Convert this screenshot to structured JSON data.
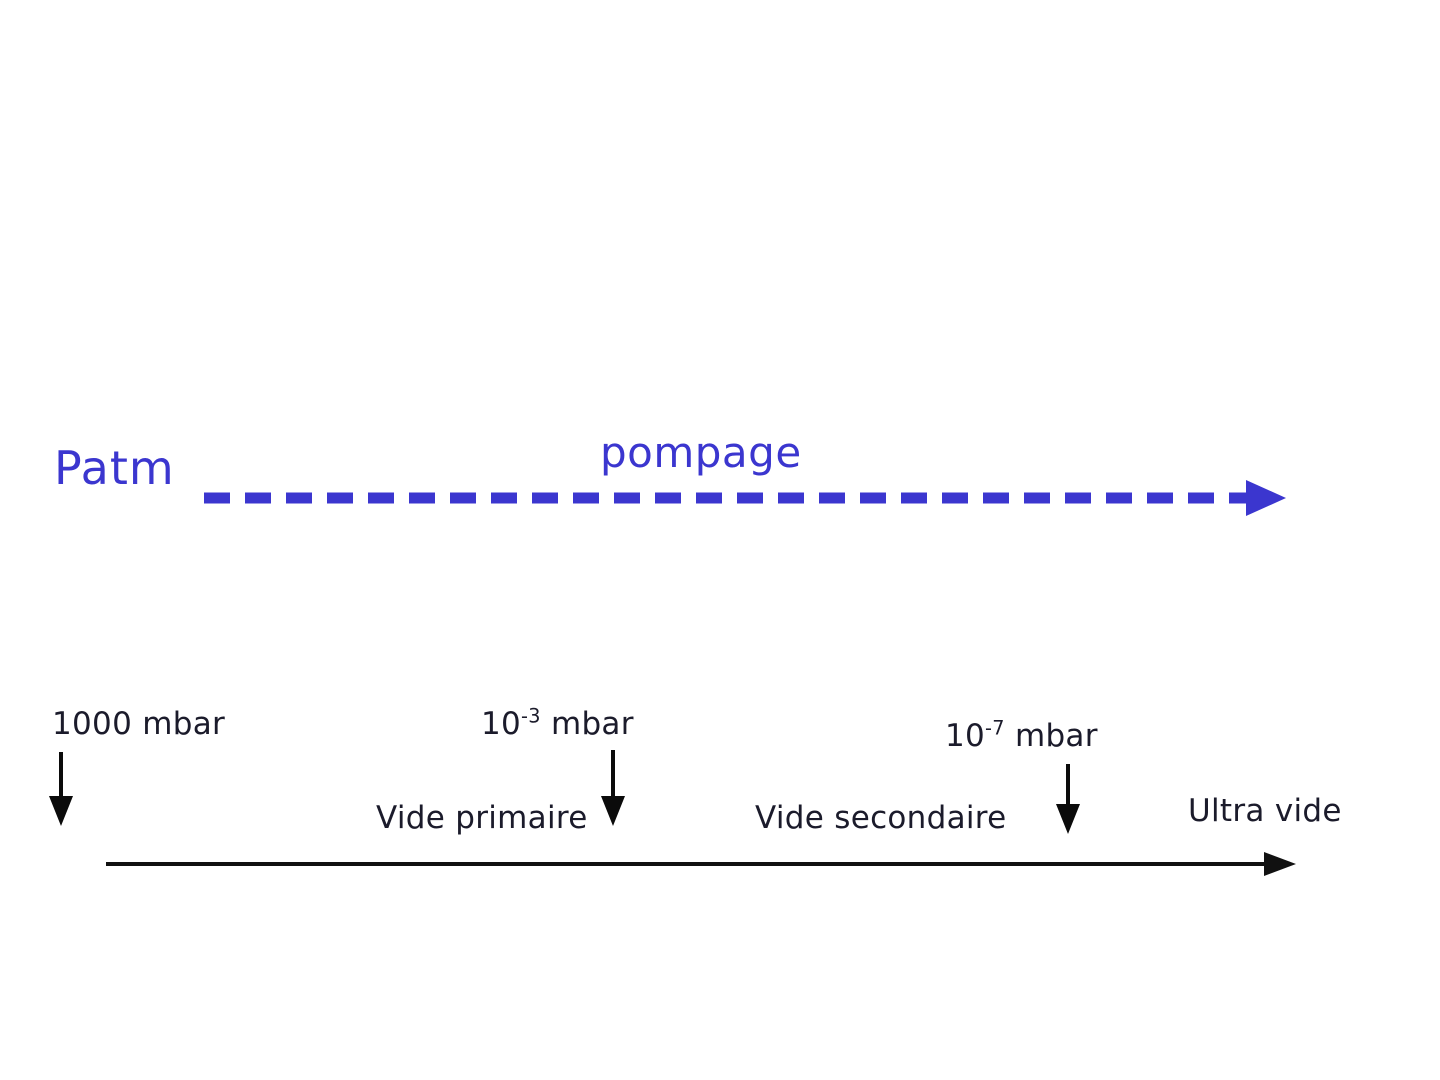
{
  "diagram": {
    "title_text": "Patm",
    "pumping": {
      "start_label": "Patm",
      "process_label": "pompage",
      "arrow_color": "#3b36cf",
      "arrow_style": "dashed",
      "direction": "right"
    },
    "scale": {
      "axis_color": "#111111",
      "direction": "right",
      "ticks": [
        {
          "value_text": "1000",
          "unit": "mbar",
          "exponent": ""
        },
        {
          "value_text": "10",
          "unit": "mbar",
          "exponent": "-3"
        },
        {
          "value_text": "10",
          "unit": "mbar",
          "exponent": "-7"
        }
      ],
      "tick_labels_plain": [
        "1000 mbar",
        "10-3 mbar",
        "10-7 mbar"
      ],
      "regions": [
        {
          "label": "Vide primaire"
        },
        {
          "label": "Vide secondaire"
        },
        {
          "label": "Ultra vide"
        }
      ]
    }
  },
  "chart_data": {
    "type": "diagram",
    "title": "pompage",
    "xlabel": "",
    "ylabel": "",
    "categories": [
      "Vide primaire",
      "Vide secondaire",
      "Ultra vide"
    ],
    "x_tick_labels": [
      "1000 mbar",
      "10⁻³ mbar",
      "10⁻⁷ mbar"
    ],
    "x_tick_values": [
      1000,
      0.001,
      1e-07
    ],
    "units": "mbar",
    "scale": "logarithmic",
    "annotations": [
      "Patm",
      "pompage"
    ],
    "grid": false,
    "legend": "none"
  },
  "colors": {
    "blue_accent": "#3b36cf",
    "text_dark": "#1b1b2b",
    "background": "#ffffff"
  }
}
